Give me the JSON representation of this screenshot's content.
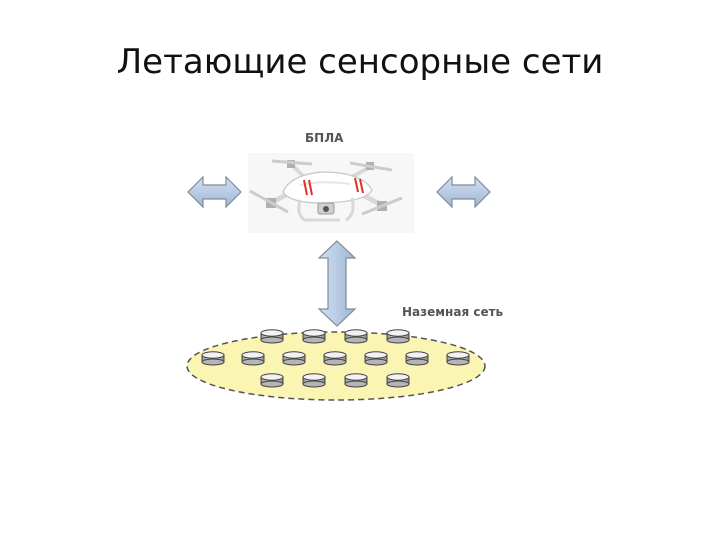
{
  "title": "Летающие сенсорные сети",
  "labels": {
    "uav": "БПЛА",
    "ground_network": "Наземная сеть"
  },
  "icons": {
    "drone": "quadcopter-drone-icon",
    "node": "sensor-node-icon"
  },
  "colors": {
    "arrow_fill": "#b8cce4",
    "arrow_stroke": "#7f8c99",
    "ellipse_fill": "#fbf5b3",
    "ellipse_stroke": "#555555"
  }
}
